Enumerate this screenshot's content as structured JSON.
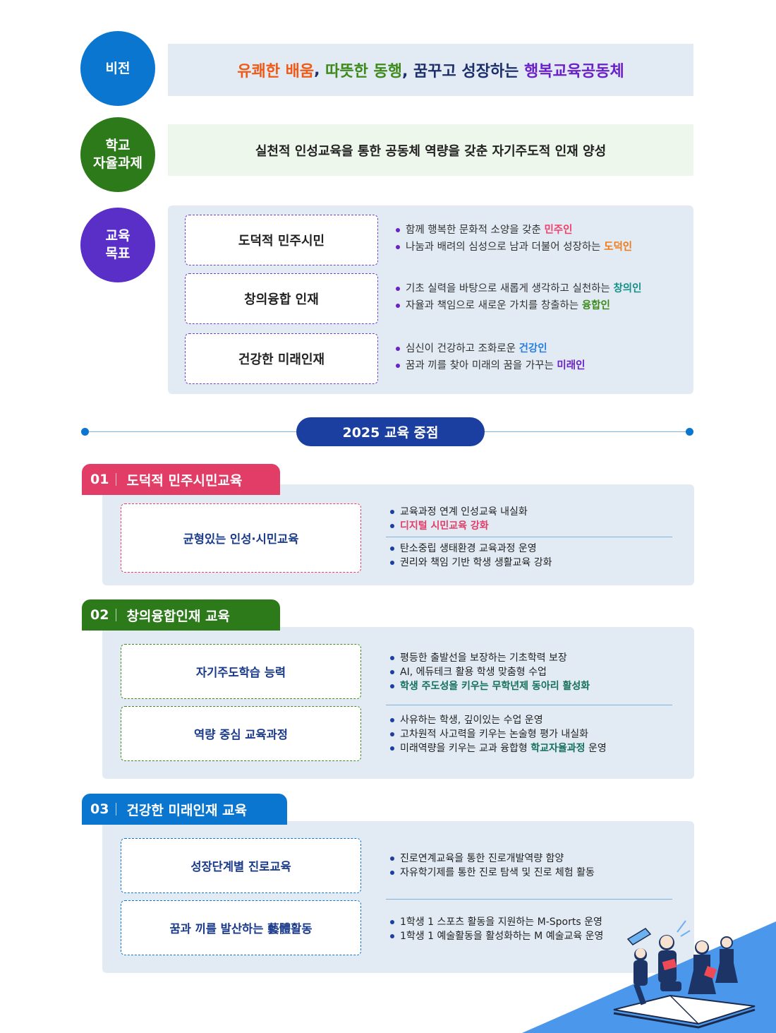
{
  "vision": {
    "label": "비전",
    "text_parts": [
      {
        "text": "유쾌한 배움",
        "color": "orange"
      },
      {
        "text": ", ",
        "color": "navy"
      },
      {
        "text": "따뜻한 동행",
        "color": "green"
      },
      {
        "text": ", 꿈꾸고 성장하는 ",
        "color": "navy"
      },
      {
        "text": "행복교육공동체",
        "color": "purple"
      }
    ]
  },
  "school_task": {
    "label": "학교\n자율과제",
    "text": "실천적 인성교육을 통한 공동체 역량을 갖춘 자기주도적 인재 양성"
  },
  "education_goals": {
    "label": "교육\n목표",
    "goals": [
      {
        "title": "도덕적 민주시민",
        "bullets": [
          {
            "text": "함께 행복한 문화적 소양을 갖춘 ",
            "highlight": "민주인",
            "highlight_color": "#f0406a"
          },
          {
            "text": "나눔과 배려의 심성으로 남과 더불어 성장하는 ",
            "highlight": "도덕인",
            "highlight_color": "#f07a16"
          }
        ]
      },
      {
        "title": "창의융합 인재",
        "bullets": [
          {
            "text": "기초 실력을 바탕으로 새롭게 생각하고 실천하는 ",
            "highlight": "창의인",
            "highlight_color": "#14908a"
          },
          {
            "text": "자율과 책임으로 새로운 가치를 창출하는 ",
            "highlight": "융합인",
            "highlight_color": "#3e8b1c"
          }
        ]
      },
      {
        "title": "건강한 미래인재",
        "bullets": [
          {
            "text": "심신이 건강하고 조화로운 ",
            "highlight": "건강인",
            "highlight_color": "#2a7fdc"
          },
          {
            "text": "꿈과 끼를 찾아 미래의 꿈을 가꾸는 ",
            "highlight": "미래인",
            "highlight_color": "#6b20c8"
          }
        ]
      }
    ]
  },
  "focus_header": {
    "title": "2025 교육 중점"
  },
  "sections": [
    {
      "number": "01",
      "title": "도덕적 민주시민교육",
      "color": "#e23d66",
      "boxes": [
        "균형있는 인성·시민교육"
      ],
      "bullet_groups": [
        [
          {
            "text": "교육과정 연계 인성교육 내실화"
          },
          {
            "text": "디지털 시민교육 강화",
            "emphasis_color": "#e23d66"
          }
        ],
        [
          {
            "text": "탄소중립 생태환경 교육과정 운영"
          },
          {
            "text": "권리와 책임 기반 학생 생활교육 강화"
          }
        ]
      ]
    },
    {
      "number": "02",
      "title": "창의융합인재 교육",
      "color": "#2d7a1a",
      "boxes": [
        "자기주도학습 능력",
        "역량 중심 교육과정"
      ],
      "bullet_groups": [
        [
          {
            "text": "평등한 출발선을 보장하는 기초학력 보장"
          },
          {
            "text": "AI, 에듀테크 활용 학생 맞춤형 수업"
          },
          {
            "text": "학생 주도성을 키우는 무학년제 동아리 활성화",
            "emphasis_color": "#14705a"
          }
        ],
        [
          {
            "text": "사유하는 학생, 깊이있는 수업 운영"
          },
          {
            "text": "고차원적 사고력을 키우는 논술형 평가 내실화"
          },
          {
            "text": "미래역량을 키우는 교과 융합형 ",
            "highlight": "학교자율과정",
            "highlight_color": "#14705a",
            "suffix": " 운영"
          }
        ]
      ]
    },
    {
      "number": "03",
      "title": "건강한 미래인재 교육",
      "color": "#0a76cf",
      "boxes": [
        "성장단계별 진로교육",
        "꿈과 끼를 발산하는 藝體활동"
      ],
      "bullet_groups": [
        [
          {
            "text": "진로연계교육을 통한 진로개발역량 함양"
          },
          {
            "text": "자유학기제를 통한 진로 탐색 및 진로 체험 활동"
          }
        ],
        [
          {
            "text": "1학생 1 스포츠 활동을 지원하는 M-Sports 운영"
          },
          {
            "text": "1학생 1 예술활동을 활성화하는 M 예술교육 운영"
          }
        ]
      ]
    }
  ]
}
